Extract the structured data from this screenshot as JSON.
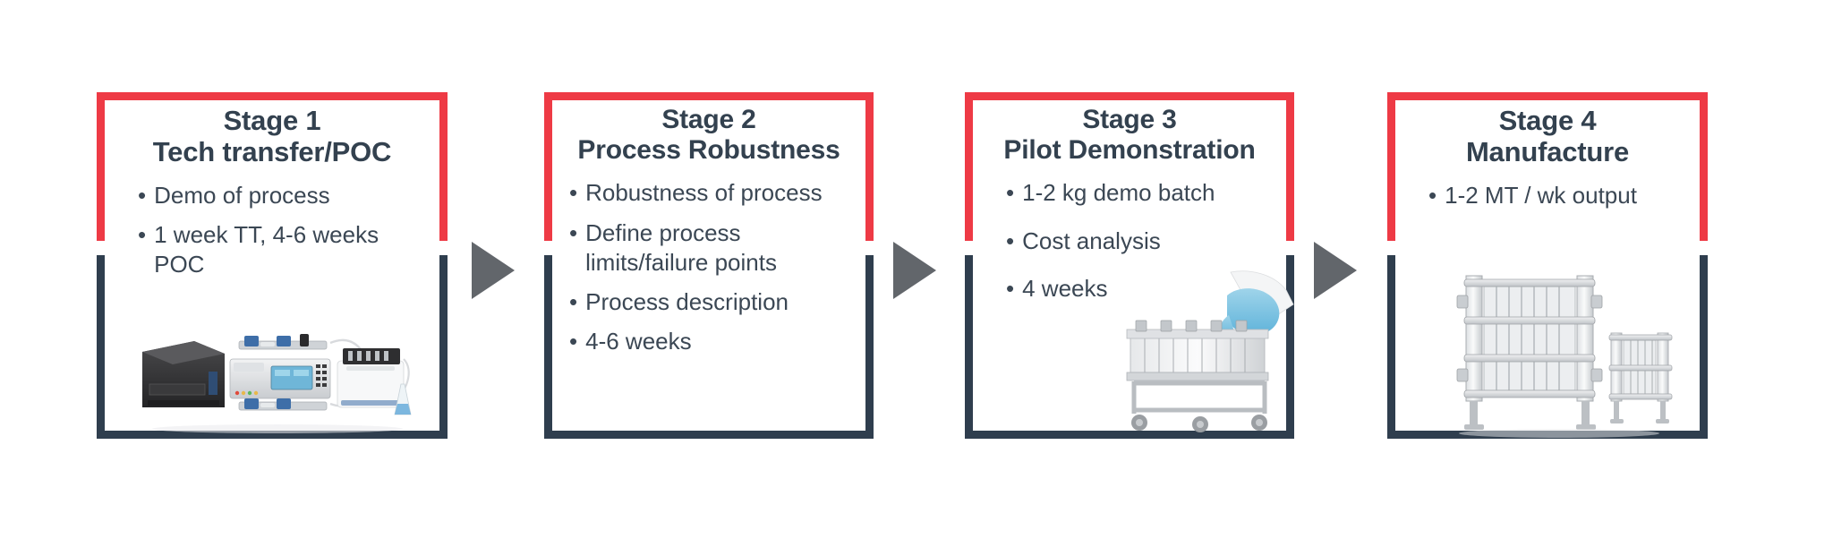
{
  "diagram": {
    "title_hidden": "",
    "background_color": "#ffffff",
    "accent_red": "#ee3a45",
    "accent_navy": "#2f3e4e",
    "arrow_color": "#62666b",
    "text_color": "#33414f"
  },
  "stages": [
    {
      "number_label": "Stage 1",
      "name_label": "Tech transfer/POC",
      "title": "Stage 1\nTech transfer/POC",
      "bullets": [
        "Demo of process",
        "1 week TT, 4-6 weeks\n    POC"
      ],
      "photo_caption": "syringe pumps and benchtop reactor system"
    },
    {
      "number_label": "Stage 2",
      "name_label": "Process Robustness",
      "title": "Stage 2\nProcess Robustness",
      "bullets": [
        "Robustness of process",
        "Define process\n  limits/failure points",
        "Process description",
        "4-6 weeks"
      ],
      "photo_caption": ""
    },
    {
      "number_label": "Stage 3",
      "name_label": "Pilot Demonstration",
      "title": "Stage 3\nPilot Demonstration",
      "bullets": [
        "1-2 kg demo batch",
        "Cost analysis",
        "4 weeks"
      ],
      "photo_caption": "gloved hand on pilot-scale plate reactor on cart"
    },
    {
      "number_label": "Stage 4",
      "name_label": "Manufacture",
      "title": "Stage 4\nManufacture",
      "bullets": [
        "1-2 MT / wk output"
      ],
      "photo_caption": "industrial plate-frame manufacturing reactor"
    }
  ],
  "arrows": [
    {
      "label": "arrow-stage1-to-stage2"
    },
    {
      "label": "arrow-stage2-to-stage3"
    },
    {
      "label": "arrow-stage3-to-stage4"
    }
  ]
}
